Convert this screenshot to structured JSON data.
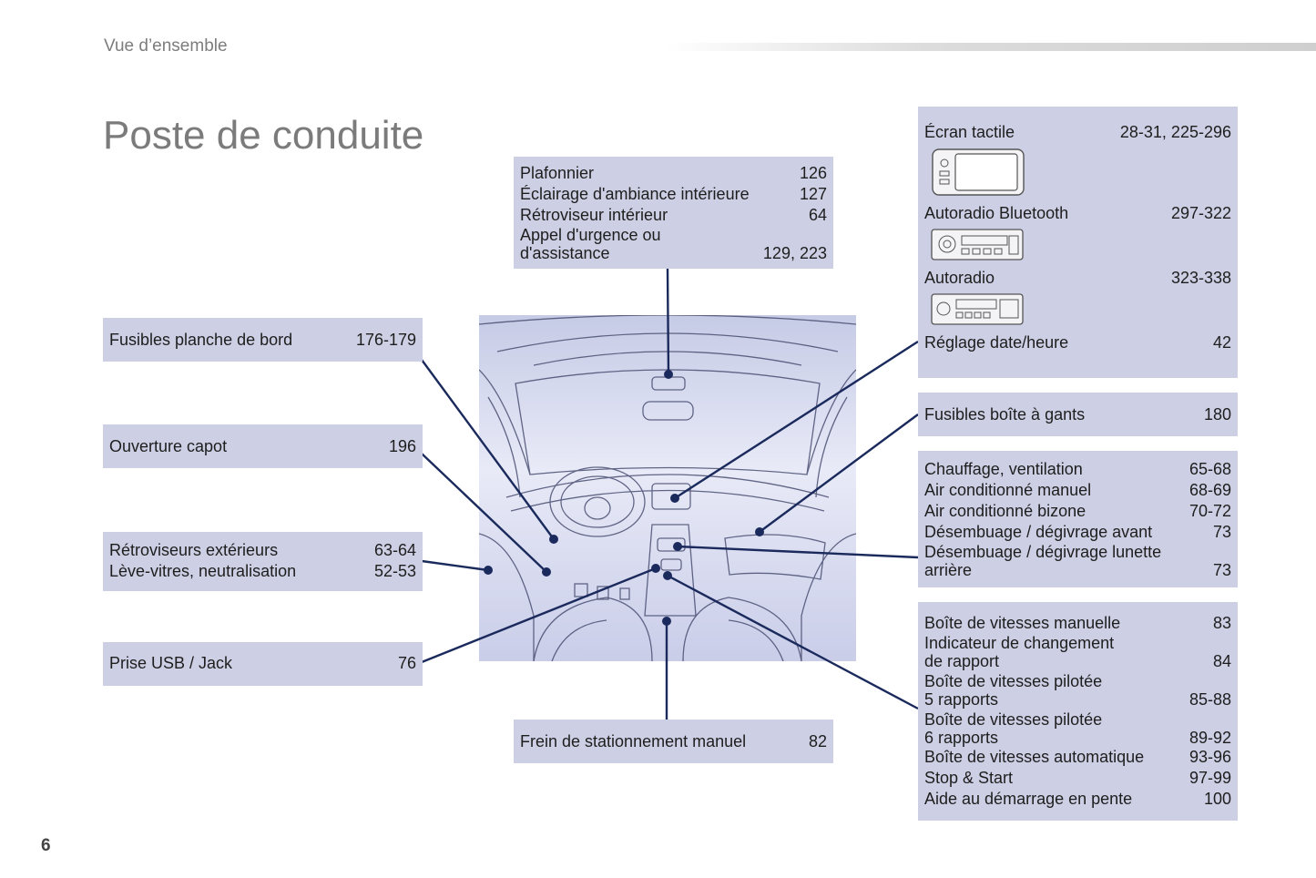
{
  "header": {
    "section": "Vue d’ensemble"
  },
  "title": "Poste de conduite",
  "page_number": "6",
  "boxes": {
    "ceiling": [
      {
        "label": "Plafonnier",
        "page": "126"
      },
      {
        "label": "Éclairage d'ambiance intérieure",
        "page": "127"
      },
      {
        "label": "Rétroviseur intérieur",
        "page": "64"
      },
      {
        "label": "Appel d'urgence ou\n  d'assistance",
        "page": "129, 223"
      }
    ],
    "fuses_dash": [
      {
        "label": "Fusibles planche de bord",
        "page": "176-179"
      }
    ],
    "hood": [
      {
        "label": "Ouverture capot",
        "page": "196"
      }
    ],
    "mirrors": [
      {
        "label": "Rétroviseurs extérieurs",
        "page": "63-64"
      },
      {
        "label": "Lève-vitres, neutralisation",
        "page": "52-53"
      }
    ],
    "usb": [
      {
        "label": "Prise USB / Jack",
        "page": "76"
      }
    ],
    "parking_brake": [
      {
        "label": "Frein de stationnement manuel",
        "page": "82"
      }
    ],
    "media": [
      {
        "label": "Écran tactile",
        "page": "28-31, 225-296",
        "icon": "touchscreen-icon"
      },
      {
        "label": "Autoradio Bluetooth",
        "page": "297-322",
        "icon": "bluetooth-radio-icon"
      },
      {
        "label": "Autoradio",
        "page": "323-338",
        "icon": "radio-icon"
      },
      {
        "label": "Réglage date/heure",
        "page": "42"
      }
    ],
    "fuses_glovebox": [
      {
        "label": "Fusibles boîte à gants",
        "page": "180"
      }
    ],
    "climate": [
      {
        "label": "Chauffage, ventilation",
        "page": "65-68"
      },
      {
        "label": "Air conditionné manuel",
        "page": "68-69"
      },
      {
        "label": "Air conditionné bizone",
        "page": "70-72"
      },
      {
        "label": "Désembuage / dégivrage avant",
        "page": "73"
      },
      {
        "label": "Désembuage / dégivrage lunette\n  arrière",
        "page": "73"
      }
    ],
    "gearbox": [
      {
        "label": "Boîte de vitesses manuelle",
        "page": "83"
      },
      {
        "label": "Indicateur de changement\n  de rapport",
        "page": "84"
      },
      {
        "label": "Boîte de vitesses pilotée\n  5 rapports",
        "page": "85-88"
      },
      {
        "label": "Boîte de vitesses pilotée\n  6 rapports",
        "page": "89-92"
      },
      {
        "label": "Boîte de vitesses automatique",
        "page": "93-96"
      },
      {
        "label": "Stop & Start",
        "page": "97-99"
      },
      {
        "label": "Aide au démarrage en pente",
        "page": "100"
      }
    ]
  },
  "colors": {
    "box_bg": "#cdcfe4",
    "leader": "#1b2a5c",
    "title": "#7b7b7b"
  },
  "illustration": {
    "icon": "car-dashboard-illustration"
  }
}
